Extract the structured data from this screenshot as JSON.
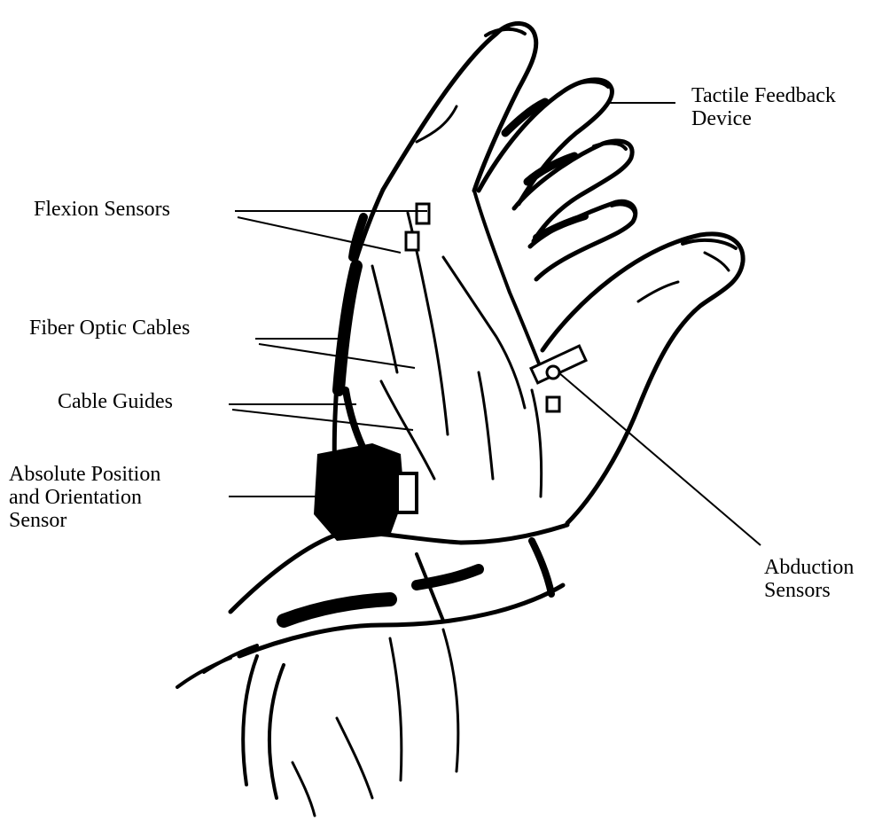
{
  "labels": {
    "tactile_feedback": [
      "Tactile Feedback",
      "Device"
    ],
    "flexion": "Flexion Sensors",
    "fiber_optic": "Fiber Optic Cables",
    "cable_guides": "Cable Guides",
    "absolute_position": [
      "Absolute Position",
      "and Orientation",
      "Sensor"
    ],
    "abduction": [
      "Abduction",
      "Sensors"
    ]
  },
  "colors": {
    "ink": "#000000",
    "paper": "#ffffff"
  }
}
